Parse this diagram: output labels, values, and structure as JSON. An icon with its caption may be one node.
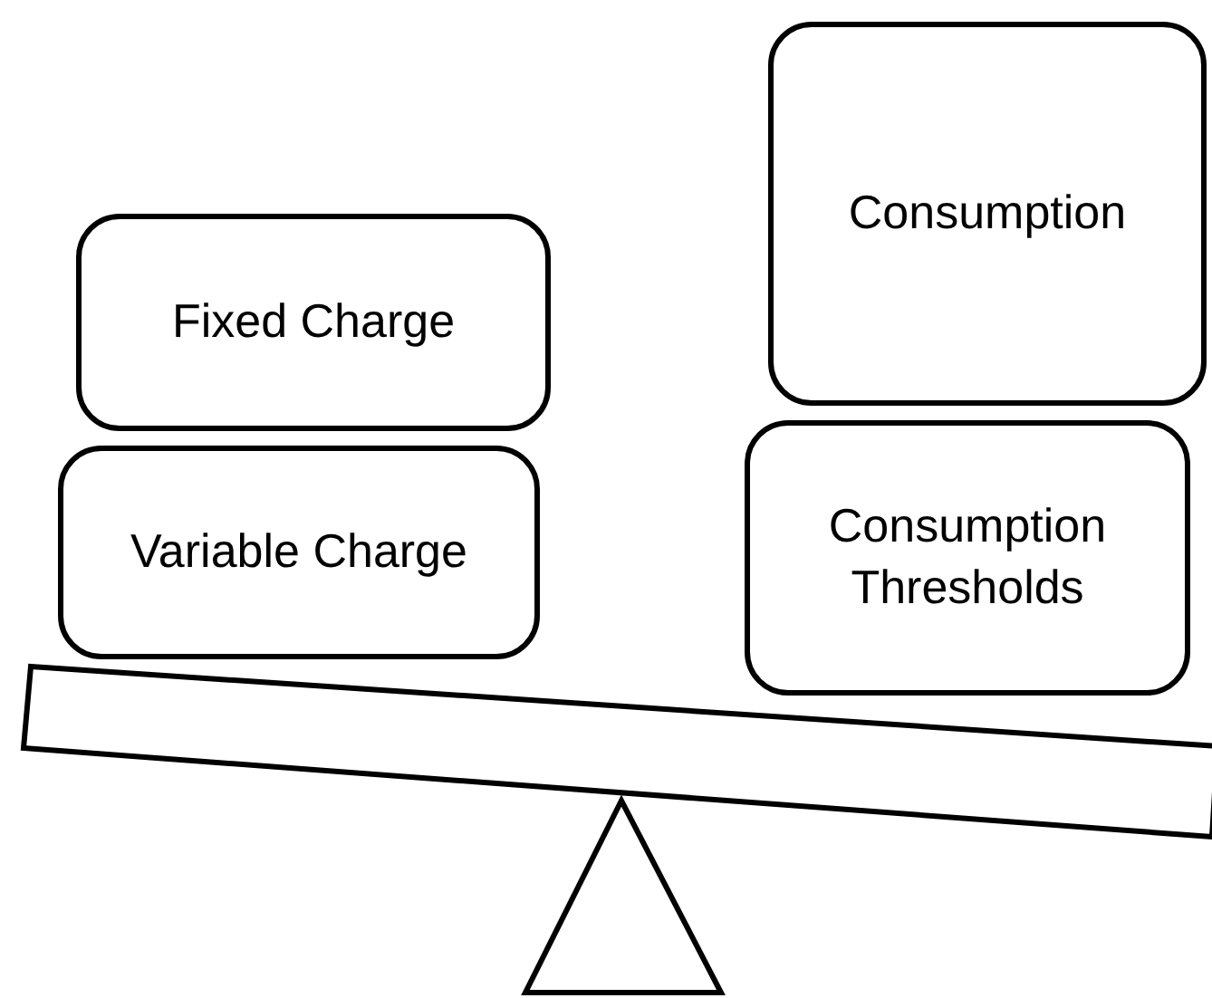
{
  "diagram": {
    "nodes": [
      {
        "text": [
          "Fixed Charge"
        ]
      },
      {
        "text": [
          "Variable Charge"
        ]
      },
      {
        "text": [
          "Consumption"
        ]
      },
      {
        "text": [
          "Consumption Thresholds"
        ]
      }
    ]
  }
}
